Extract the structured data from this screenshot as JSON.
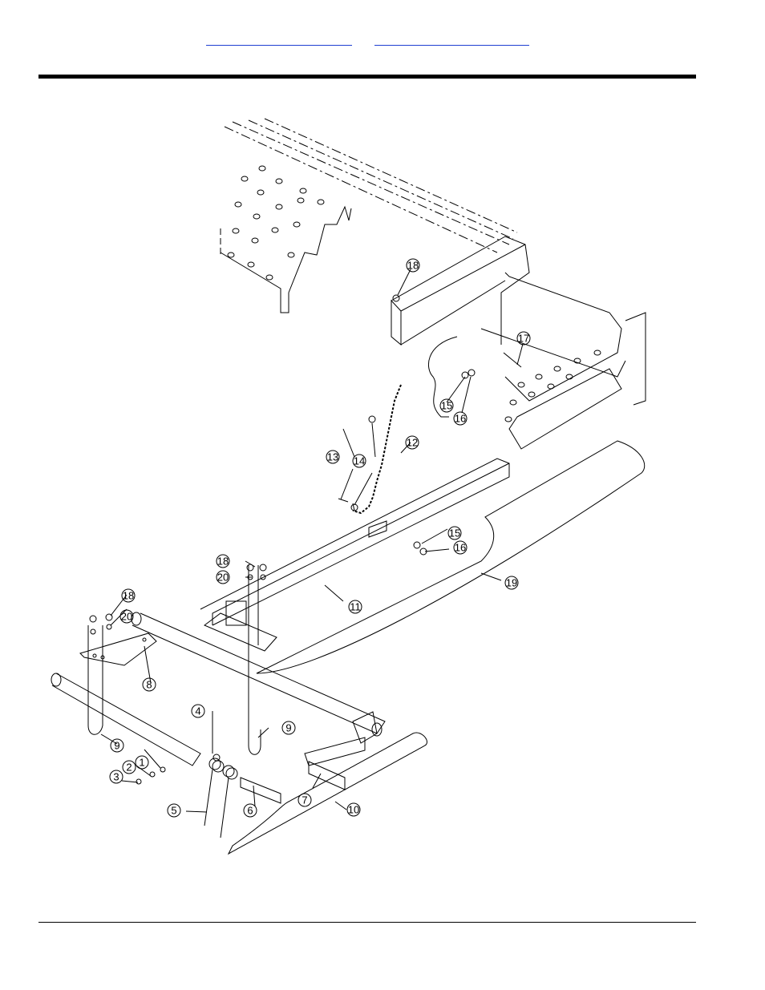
{
  "header": {
    "link_left": "",
    "link_right": ""
  },
  "diagram": {
    "callouts": [
      {
        "id": "1",
        "label": "1"
      },
      {
        "id": "2",
        "label": "2"
      },
      {
        "id": "3",
        "label": "3"
      },
      {
        "id": "4",
        "label": "4"
      },
      {
        "id": "5",
        "label": "5"
      },
      {
        "id": "6",
        "label": "6"
      },
      {
        "id": "7",
        "label": "7"
      },
      {
        "id": "8",
        "label": "8"
      },
      {
        "id": "9a",
        "label": "9"
      },
      {
        "id": "9b",
        "label": "9"
      },
      {
        "id": "10",
        "label": "10"
      },
      {
        "id": "11",
        "label": "11"
      },
      {
        "id": "12",
        "label": "12"
      },
      {
        "id": "13",
        "label": "13"
      },
      {
        "id": "14",
        "label": "14"
      },
      {
        "id": "15a",
        "label": "15"
      },
      {
        "id": "15b",
        "label": "15"
      },
      {
        "id": "16a",
        "label": "16"
      },
      {
        "id": "16b",
        "label": "16"
      },
      {
        "id": "17",
        "label": "17"
      },
      {
        "id": "18a",
        "label": "18"
      },
      {
        "id": "18b",
        "label": "18"
      },
      {
        "id": "18c",
        "label": "18"
      },
      {
        "id": "19",
        "label": "19"
      },
      {
        "id": "20a",
        "label": "20"
      },
      {
        "id": "20b",
        "label": "20"
      }
    ]
  }
}
